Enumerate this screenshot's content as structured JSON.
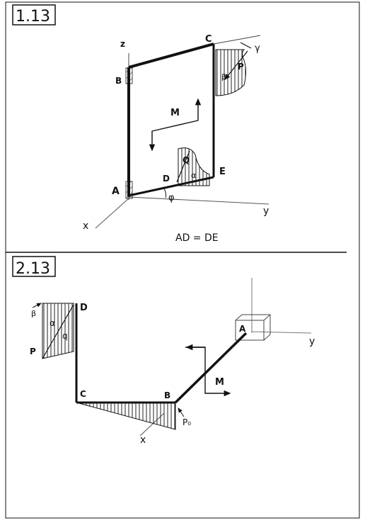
{
  "problem1": {
    "number": "1.13",
    "labels": {
      "z": "z",
      "c": "C",
      "gamma": "γ",
      "p": "P",
      "beta": "β",
      "b": "B",
      "m": "M",
      "q": "Q",
      "alpha": "α",
      "d": "D",
      "e": "E",
      "a": "A",
      "phi": "φ",
      "y": "y",
      "x": "x"
    },
    "condition": "AD = DE"
  },
  "problem2": {
    "number": "2.13",
    "labels": {
      "d": "D",
      "beta": "β",
      "alpha": "α",
      "q": "q",
      "p": "P",
      "a": "A",
      "y": "y",
      "m": "M",
      "c": "C",
      "b": "B",
      "p0": "P₀",
      "x": "x"
    }
  }
}
